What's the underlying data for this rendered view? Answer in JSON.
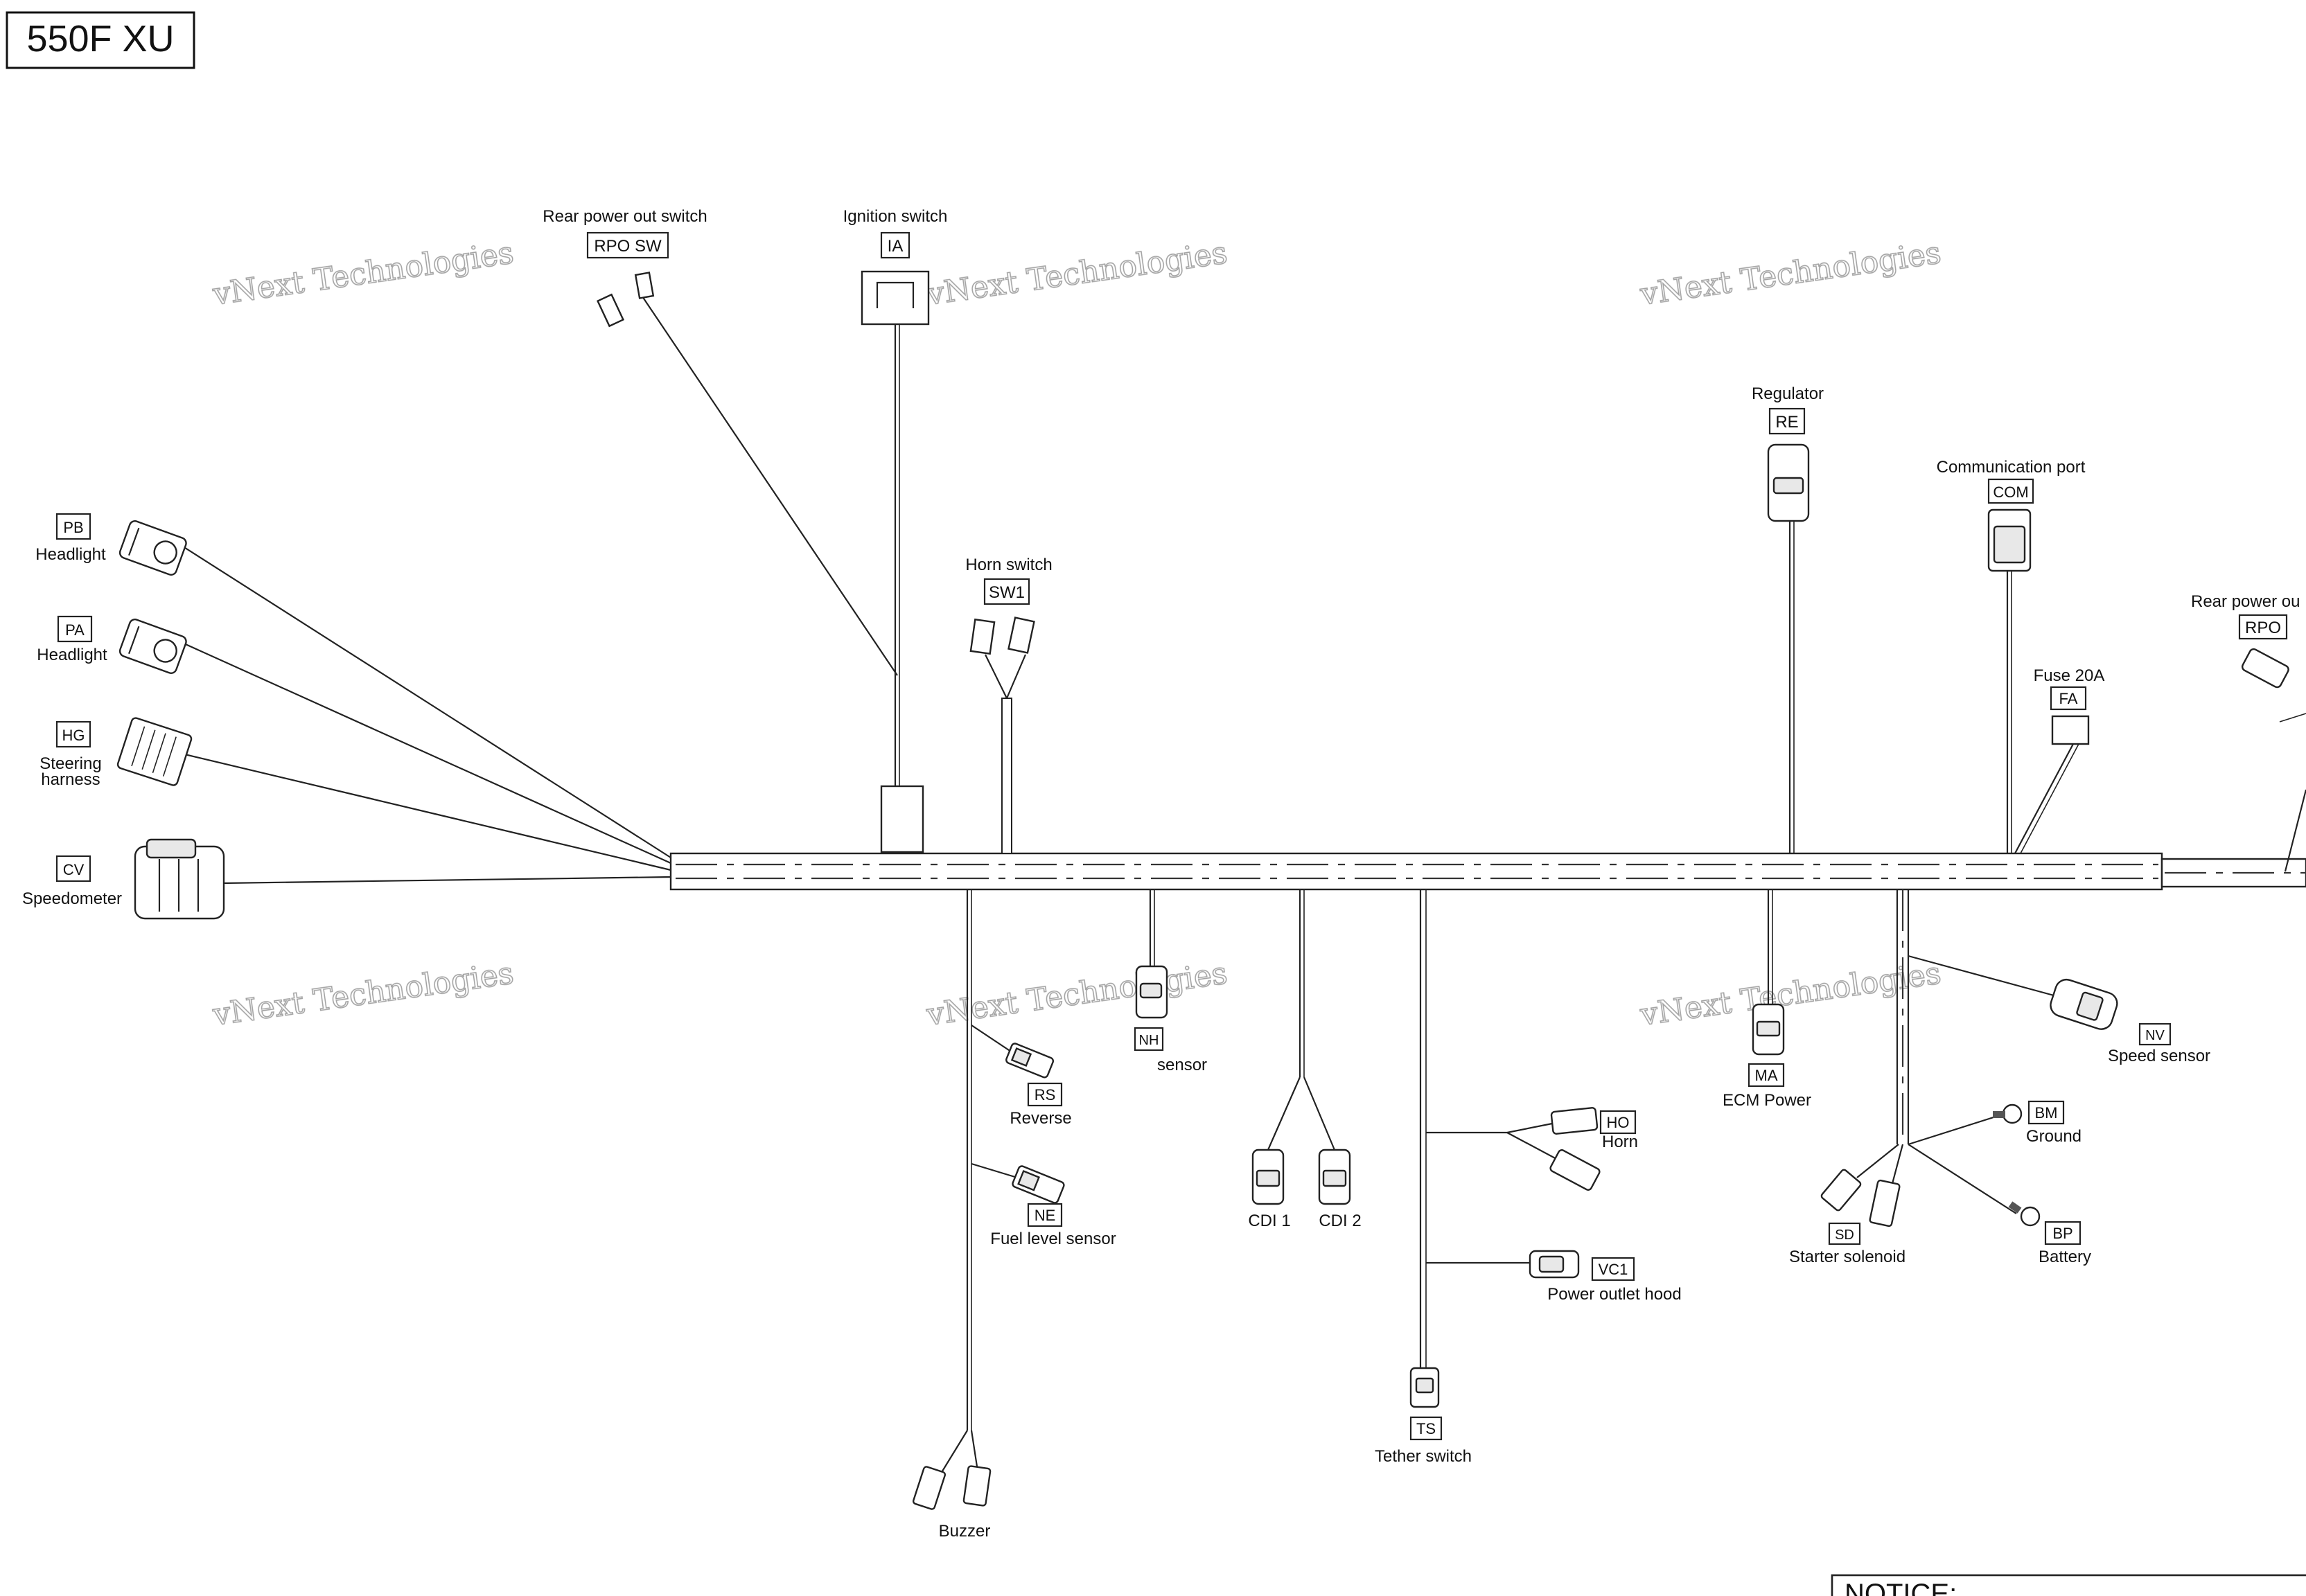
{
  "model_title": "550F XU",
  "watermark": "vNext Technologies",
  "notice_label": "NOTICE:",
  "components": {
    "rear_power_out_switch": {
      "name": "Rear power out switch",
      "code": "RPO SW"
    },
    "ignition_switch": {
      "name": "Ignition switch",
      "code": "IA"
    },
    "horn_switch": {
      "name": "Horn switch",
      "code": "SW1"
    },
    "headlight_pb": {
      "name": "Headlight",
      "code": "PB"
    },
    "headlight_pa": {
      "name": "Headlight",
      "code": "PA"
    },
    "steering_harness": {
      "name_line1": "Steering",
      "name_line2": "harness",
      "code": "HG"
    },
    "speedometer": {
      "name": "Speedometer",
      "code": "CV"
    },
    "regulator": {
      "name": "Regulator",
      "code": "RE"
    },
    "communication_port": {
      "name": "Communication port",
      "code": "COM"
    },
    "fuse_20a": {
      "name": "Fuse 20A",
      "code": "FA"
    },
    "rear_power_outlet": {
      "name": "Rear power ou",
      "code": "RPO"
    },
    "neutral_sensor": {
      "name": "sensor",
      "code": "NH"
    },
    "reverse": {
      "name": "Reverse",
      "code": "RS"
    },
    "fuel_level_sensor": {
      "name": "Fuel level sensor",
      "code": "NE"
    },
    "buzzer": {
      "name": "Buzzer"
    },
    "cdi1": {
      "name": "CDI 1"
    },
    "cdi2": {
      "name": "CDI 2"
    },
    "horn": {
      "name": "Horn",
      "code": "HO"
    },
    "power_outlet_hood": {
      "name": "Power outlet hood",
      "code": "VC1"
    },
    "tether_switch": {
      "name": "Tether switch",
      "code": "TS"
    },
    "ecm_power": {
      "name": "ECM Power",
      "code": "MA"
    },
    "speed_sensor": {
      "name": "Speed sensor",
      "code": "NV"
    },
    "ground": {
      "name": "Ground",
      "code": "BM"
    },
    "battery": {
      "name": "Battery",
      "code": "BP"
    },
    "starter_solenoid": {
      "name": "Starter solenoid",
      "code": "SD"
    }
  }
}
